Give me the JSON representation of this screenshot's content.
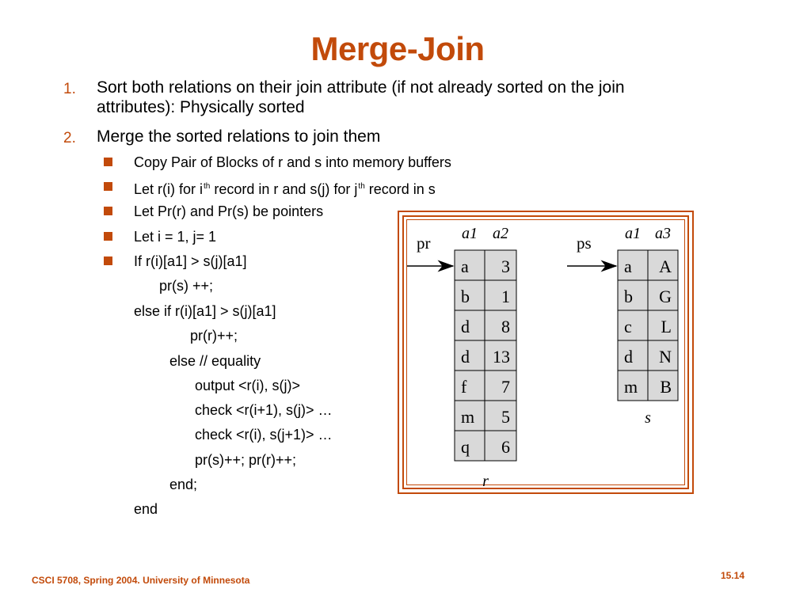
{
  "title": "Merge-Join",
  "steps": [
    {
      "num": "1.",
      "line1": "Sort both relations on their join attribute (if not already sorted on the join",
      "line2": "attributes): Physically sorted"
    },
    {
      "num": "2.",
      "line1": "Merge the sorted relations to join them"
    }
  ],
  "bullets": [
    "Copy Pair of Blocks of r and s into memory buffers",
    {
      "a": "Let r(i) for i",
      "sup1": "th",
      "b": " record in r and s(j) for j",
      "sup2": "th",
      "c": " record in s"
    },
    "Let Pr(r) and Pr(s) be pointers",
    "Let i = 1, j= 1",
    "If r(i)[a1] > s(j)[a1]"
  ],
  "code": [
    "pr(s) ++;",
    "else if r(i)[a1] > s(j)[a1]",
    "pr(r)++;",
    "else // equality",
    "output <r(i), s(j)>",
    "check <r(i+1), s(j)> …",
    "check <r(i), s(j+1)> …",
    "pr(s)++; pr(r)++;",
    "end;",
    "end"
  ],
  "figure": {
    "r": {
      "pointer": "pr",
      "headers": [
        "a1",
        "a2"
      ],
      "rows": [
        [
          "a",
          "3"
        ],
        [
          "b",
          "1"
        ],
        [
          "d",
          "8"
        ],
        [
          "d",
          "13"
        ],
        [
          "f",
          "7"
        ],
        [
          "m",
          "5"
        ],
        [
          "q",
          "6"
        ]
      ],
      "label": "r"
    },
    "s": {
      "pointer": "ps",
      "headers": [
        "a1",
        "a3"
      ],
      "rows": [
        [
          "a",
          "A"
        ],
        [
          "b",
          "G"
        ],
        [
          "c",
          "L"
        ],
        [
          "d",
          "N"
        ],
        [
          "m",
          "B"
        ]
      ],
      "label": "s"
    }
  },
  "footer": {
    "left": "CSCI 5708, Spring 2004. University of Minnesota",
    "right": "15.14"
  },
  "colors": {
    "accent": "#c24a0a",
    "cell": "#d9d9d9"
  }
}
